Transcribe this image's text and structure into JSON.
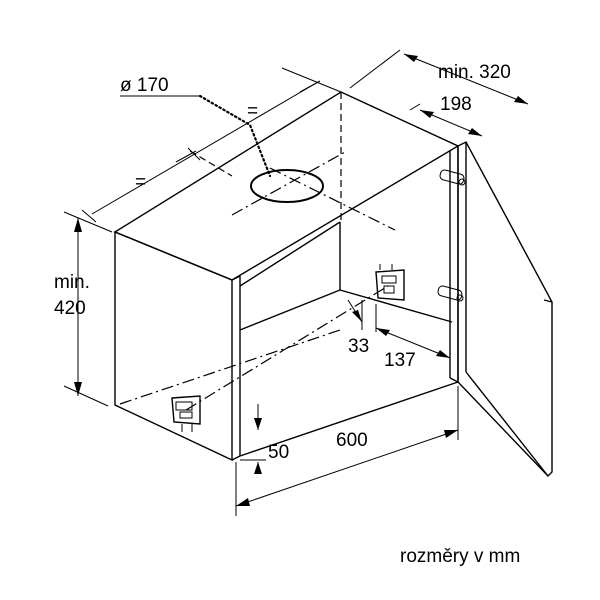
{
  "dimensions": {
    "duct_diameter": "ø 170",
    "min_depth": "min. 320",
    "depth_198": "198",
    "min_height_line1": "min.",
    "min_height_line2": "420",
    "bracket_offset": "33",
    "bracket_depth": "137",
    "bottom_offset": "50",
    "width": "600",
    "equal_mark_1": "=",
    "equal_mark_2": "="
  },
  "caption": "rozměry v mm"
}
